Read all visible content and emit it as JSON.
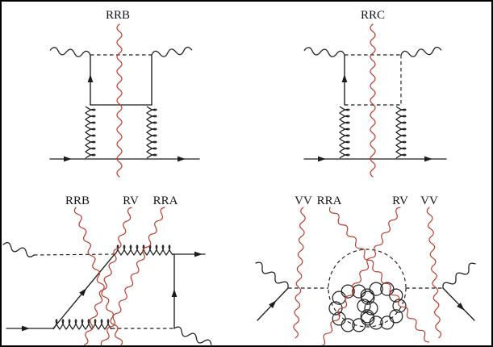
{
  "figure": {
    "top_left_diagram": {
      "cut_label": "RRB"
    },
    "top_right_diagram": {
      "cut_label": "RRC"
    },
    "bottom_left_diagram": {
      "cut_labels": [
        "RRB",
        "RV",
        "RRA"
      ]
    },
    "bottom_right_diagram": {
      "cut_labels": [
        "VV",
        "RRA",
        "RV",
        "VV"
      ]
    }
  },
  "colors": {
    "diagram_line": "#1c1c1c",
    "cut_line": "#bf3a2c",
    "background": "#ffffff",
    "frame": "#000000"
  }
}
